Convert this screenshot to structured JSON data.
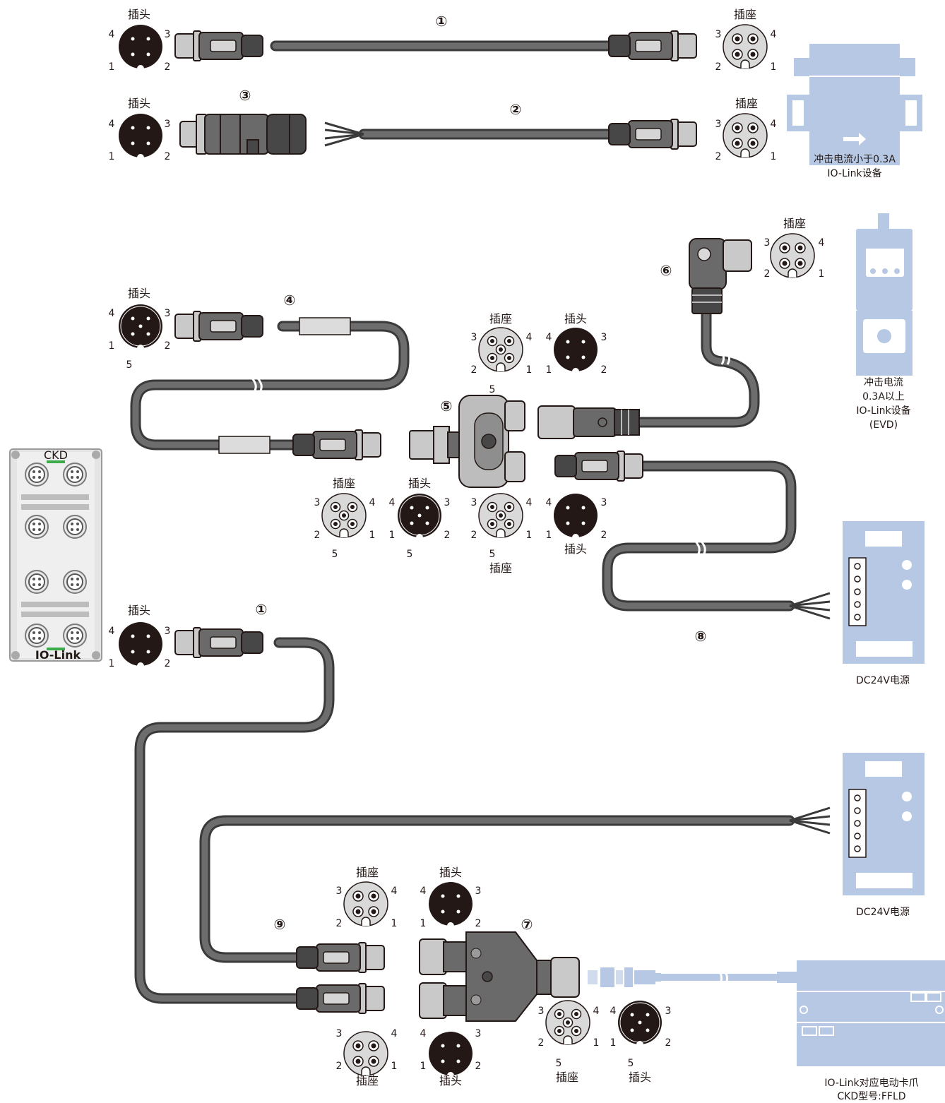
{
  "labels": {
    "plug": "插头",
    "socket": "插座"
  },
  "numbers": {
    "n1": "①",
    "n2": "②",
    "n3": "③",
    "n4": "④",
    "n5": "⑤",
    "n6": "⑥",
    "n7": "⑦",
    "n8": "⑧",
    "n9": "⑨"
  },
  "pins": {
    "p1": "1",
    "p2": "2",
    "p3": "3",
    "p4": "4",
    "p5": "5"
  },
  "devices": {
    "small_device_line1": "冲击电流小于0.3A",
    "small_device_line2": "IO-Link设备",
    "evd_line1": "冲击电流",
    "evd_line2": "0.3A以上",
    "evd_line3": "IO-Link设备",
    "evd_line4": "(EVD)",
    "power1": "DC24V电源",
    "power2": "DC24V电源",
    "gripper_line1": "IO-Link对应电动卡爪",
    "gripper_line2": "CKD型号:FFLD"
  },
  "master_module": {
    "brand": "CKD",
    "logo_text": "IO-Link"
  },
  "colors": {
    "cable": "#3a3a3a",
    "device_blue": "#b6c8e4",
    "plug_face": "#231815",
    "socket_face": "#d9d9d9"
  }
}
